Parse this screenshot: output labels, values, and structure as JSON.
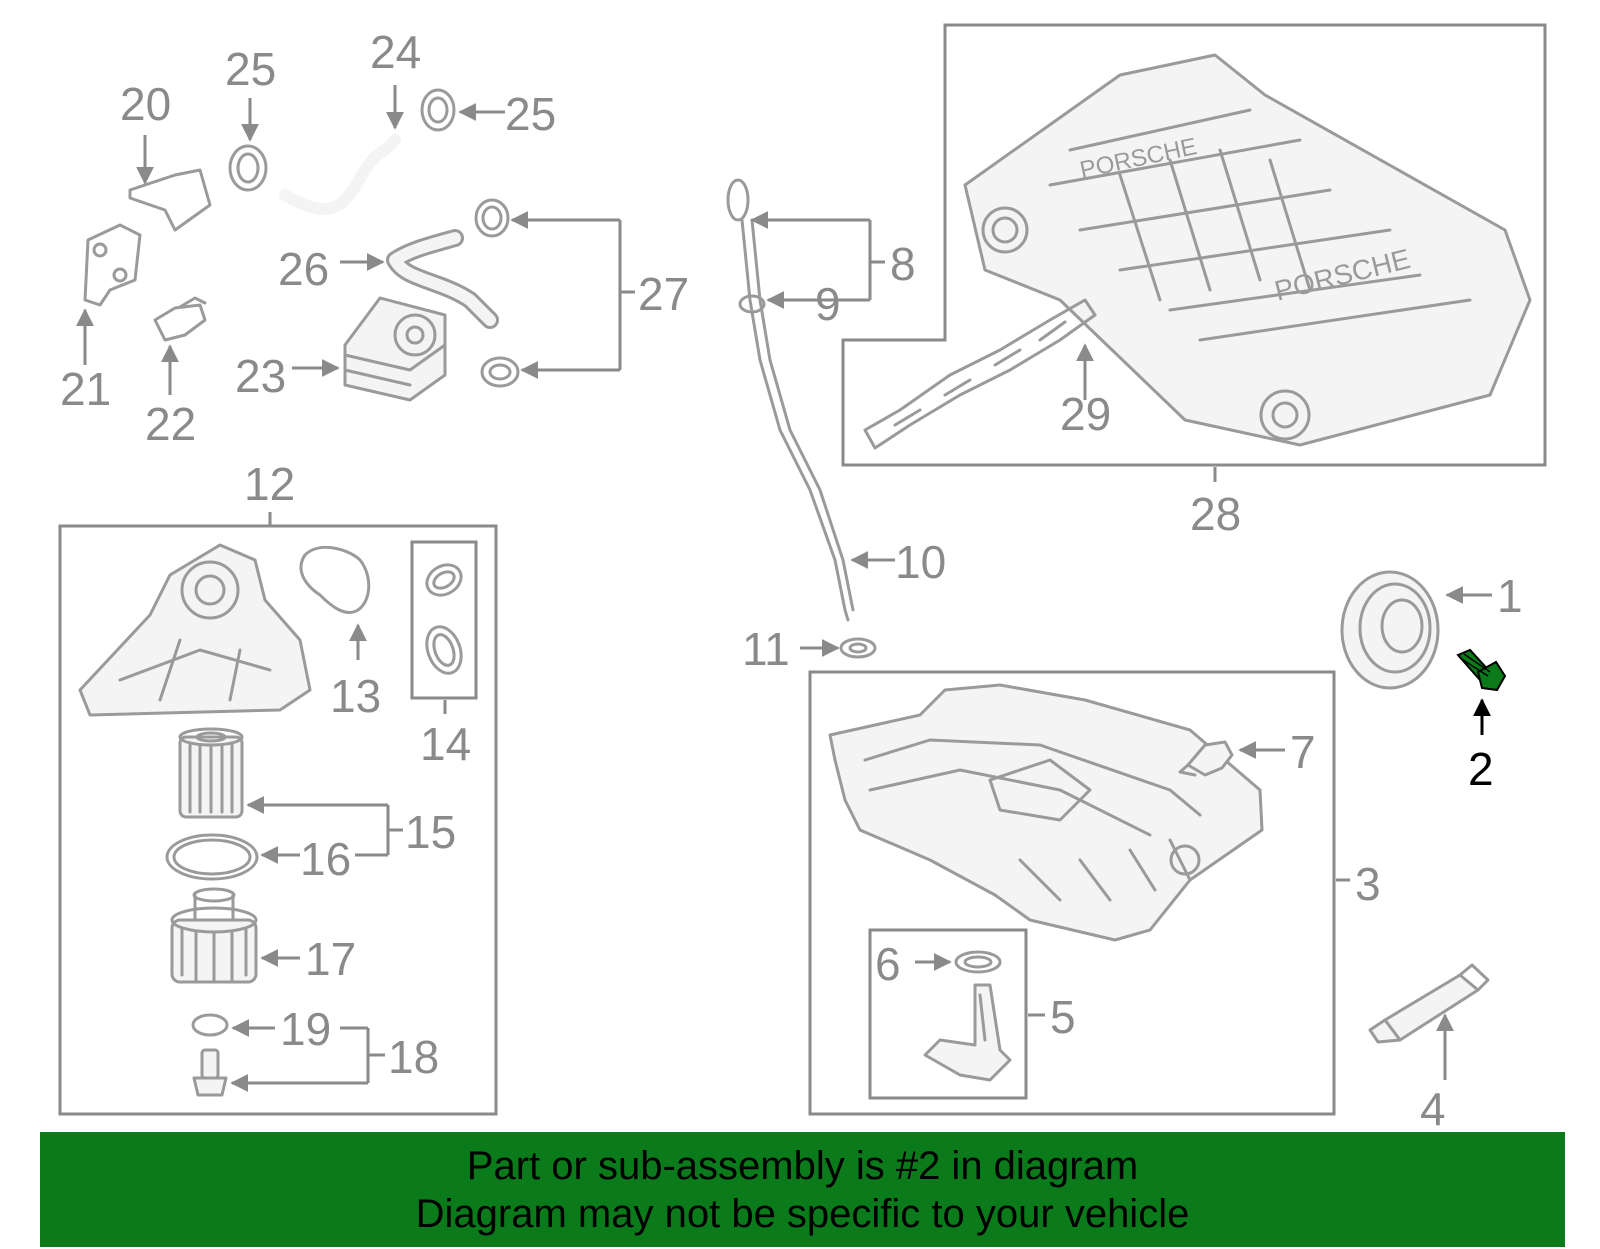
{
  "callouts": {
    "c1": "1",
    "c2": "2",
    "c3": "3",
    "c4": "4",
    "c5": "5",
    "c6": "6",
    "c7": "7",
    "c8": "8",
    "c9": "9",
    "c10": "10",
    "c11": "11",
    "c12": "12",
    "c13": "13",
    "c14": "14",
    "c15": "15",
    "c16": "16",
    "c17": "17",
    "c18": "18",
    "c19": "19",
    "c20": "20",
    "c21": "21",
    "c22": "22",
    "c23": "23",
    "c24": "24",
    "c25a": "25",
    "c25b": "25",
    "c26": "26",
    "c27": "27",
    "c28": "28",
    "c29": "29"
  },
  "highlight": {
    "part": "2",
    "color": "#0a7a1a"
  },
  "banner": {
    "line1": "Part or sub-assembly is #2 in diagram",
    "line2": "Diagram may not be specific to your vehicle"
  }
}
